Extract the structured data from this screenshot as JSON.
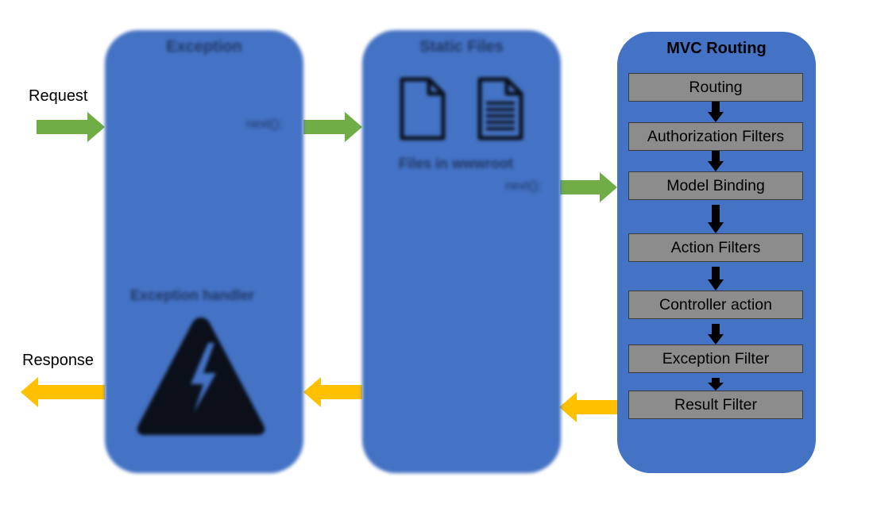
{
  "flow": {
    "request_label": "Request",
    "response_label": "Response",
    "colors": {
      "request_arrow": "#70ad47",
      "response_arrow": "#ffc000",
      "panel": "#4472c4",
      "step_box": "#8c8c8c"
    }
  },
  "exception_panel": {
    "title": "Exception",
    "handler_label": "Exception handler",
    "next_label": "next();",
    "icon": "warning-lightning-icon"
  },
  "static_files_panel": {
    "title": "Static Files",
    "files_label": "Files in wwwroot",
    "next_label": "next();",
    "icons": [
      "file-icon",
      "document-icon"
    ]
  },
  "mvc_panel": {
    "title": "MVC Routing",
    "steps": [
      "Routing",
      "Authorization Filters",
      "Model Binding",
      "Action Filters",
      "Controller action",
      "Exception Filter",
      "Result Filter"
    ]
  }
}
